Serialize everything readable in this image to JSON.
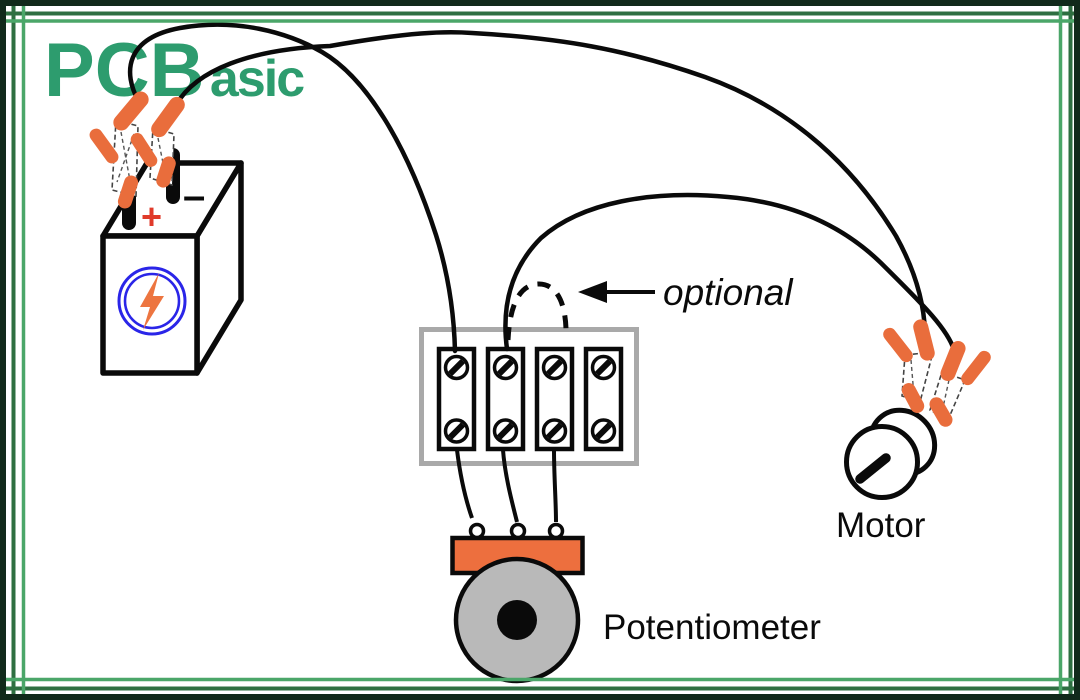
{
  "logo": {
    "text": "PCBasic",
    "text_pcb": "PCB",
    "text_asic": "asic",
    "color": "#2d9c6e"
  },
  "labels": {
    "optional": "optional",
    "motor": "Motor",
    "potentiometer": "Potentiometer",
    "battery_plus": "+",
    "battery_minus": "–"
  },
  "colors": {
    "wire_black": "#0a0a0a",
    "clip_orange": "#e96d3c",
    "potentiometer_orange": "#ed6f3e",
    "bolt_orange": "#ed7540",
    "battery_ring_blue": "#2a25e8",
    "plus_red": "#e03a2a",
    "terminal_block_gray": "#a9a9a9",
    "knob_gray": "#b9b9b9",
    "frame_outer_dark": "#112a1b",
    "frame_dark_green": "#2e6f41",
    "frame_light_green": "#4ba669"
  },
  "icons": {
    "battery_symbol": "lightning-icon"
  }
}
